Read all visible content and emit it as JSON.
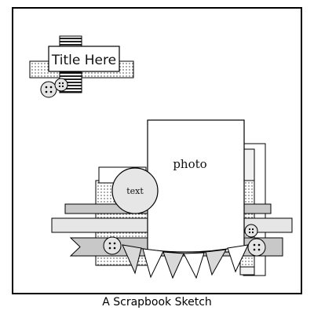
{
  "sketch": {
    "title_label": "Title Here",
    "photo_label": "photo",
    "text_label": "text",
    "caption": "A Scrapbook Sketch"
  },
  "colors": {
    "frame": "#000000",
    "gray_band": "#c8c8c8",
    "light_gray": "#e6e6e6",
    "pennant": "#d9d9d9",
    "button": "#e4e4e4"
  }
}
